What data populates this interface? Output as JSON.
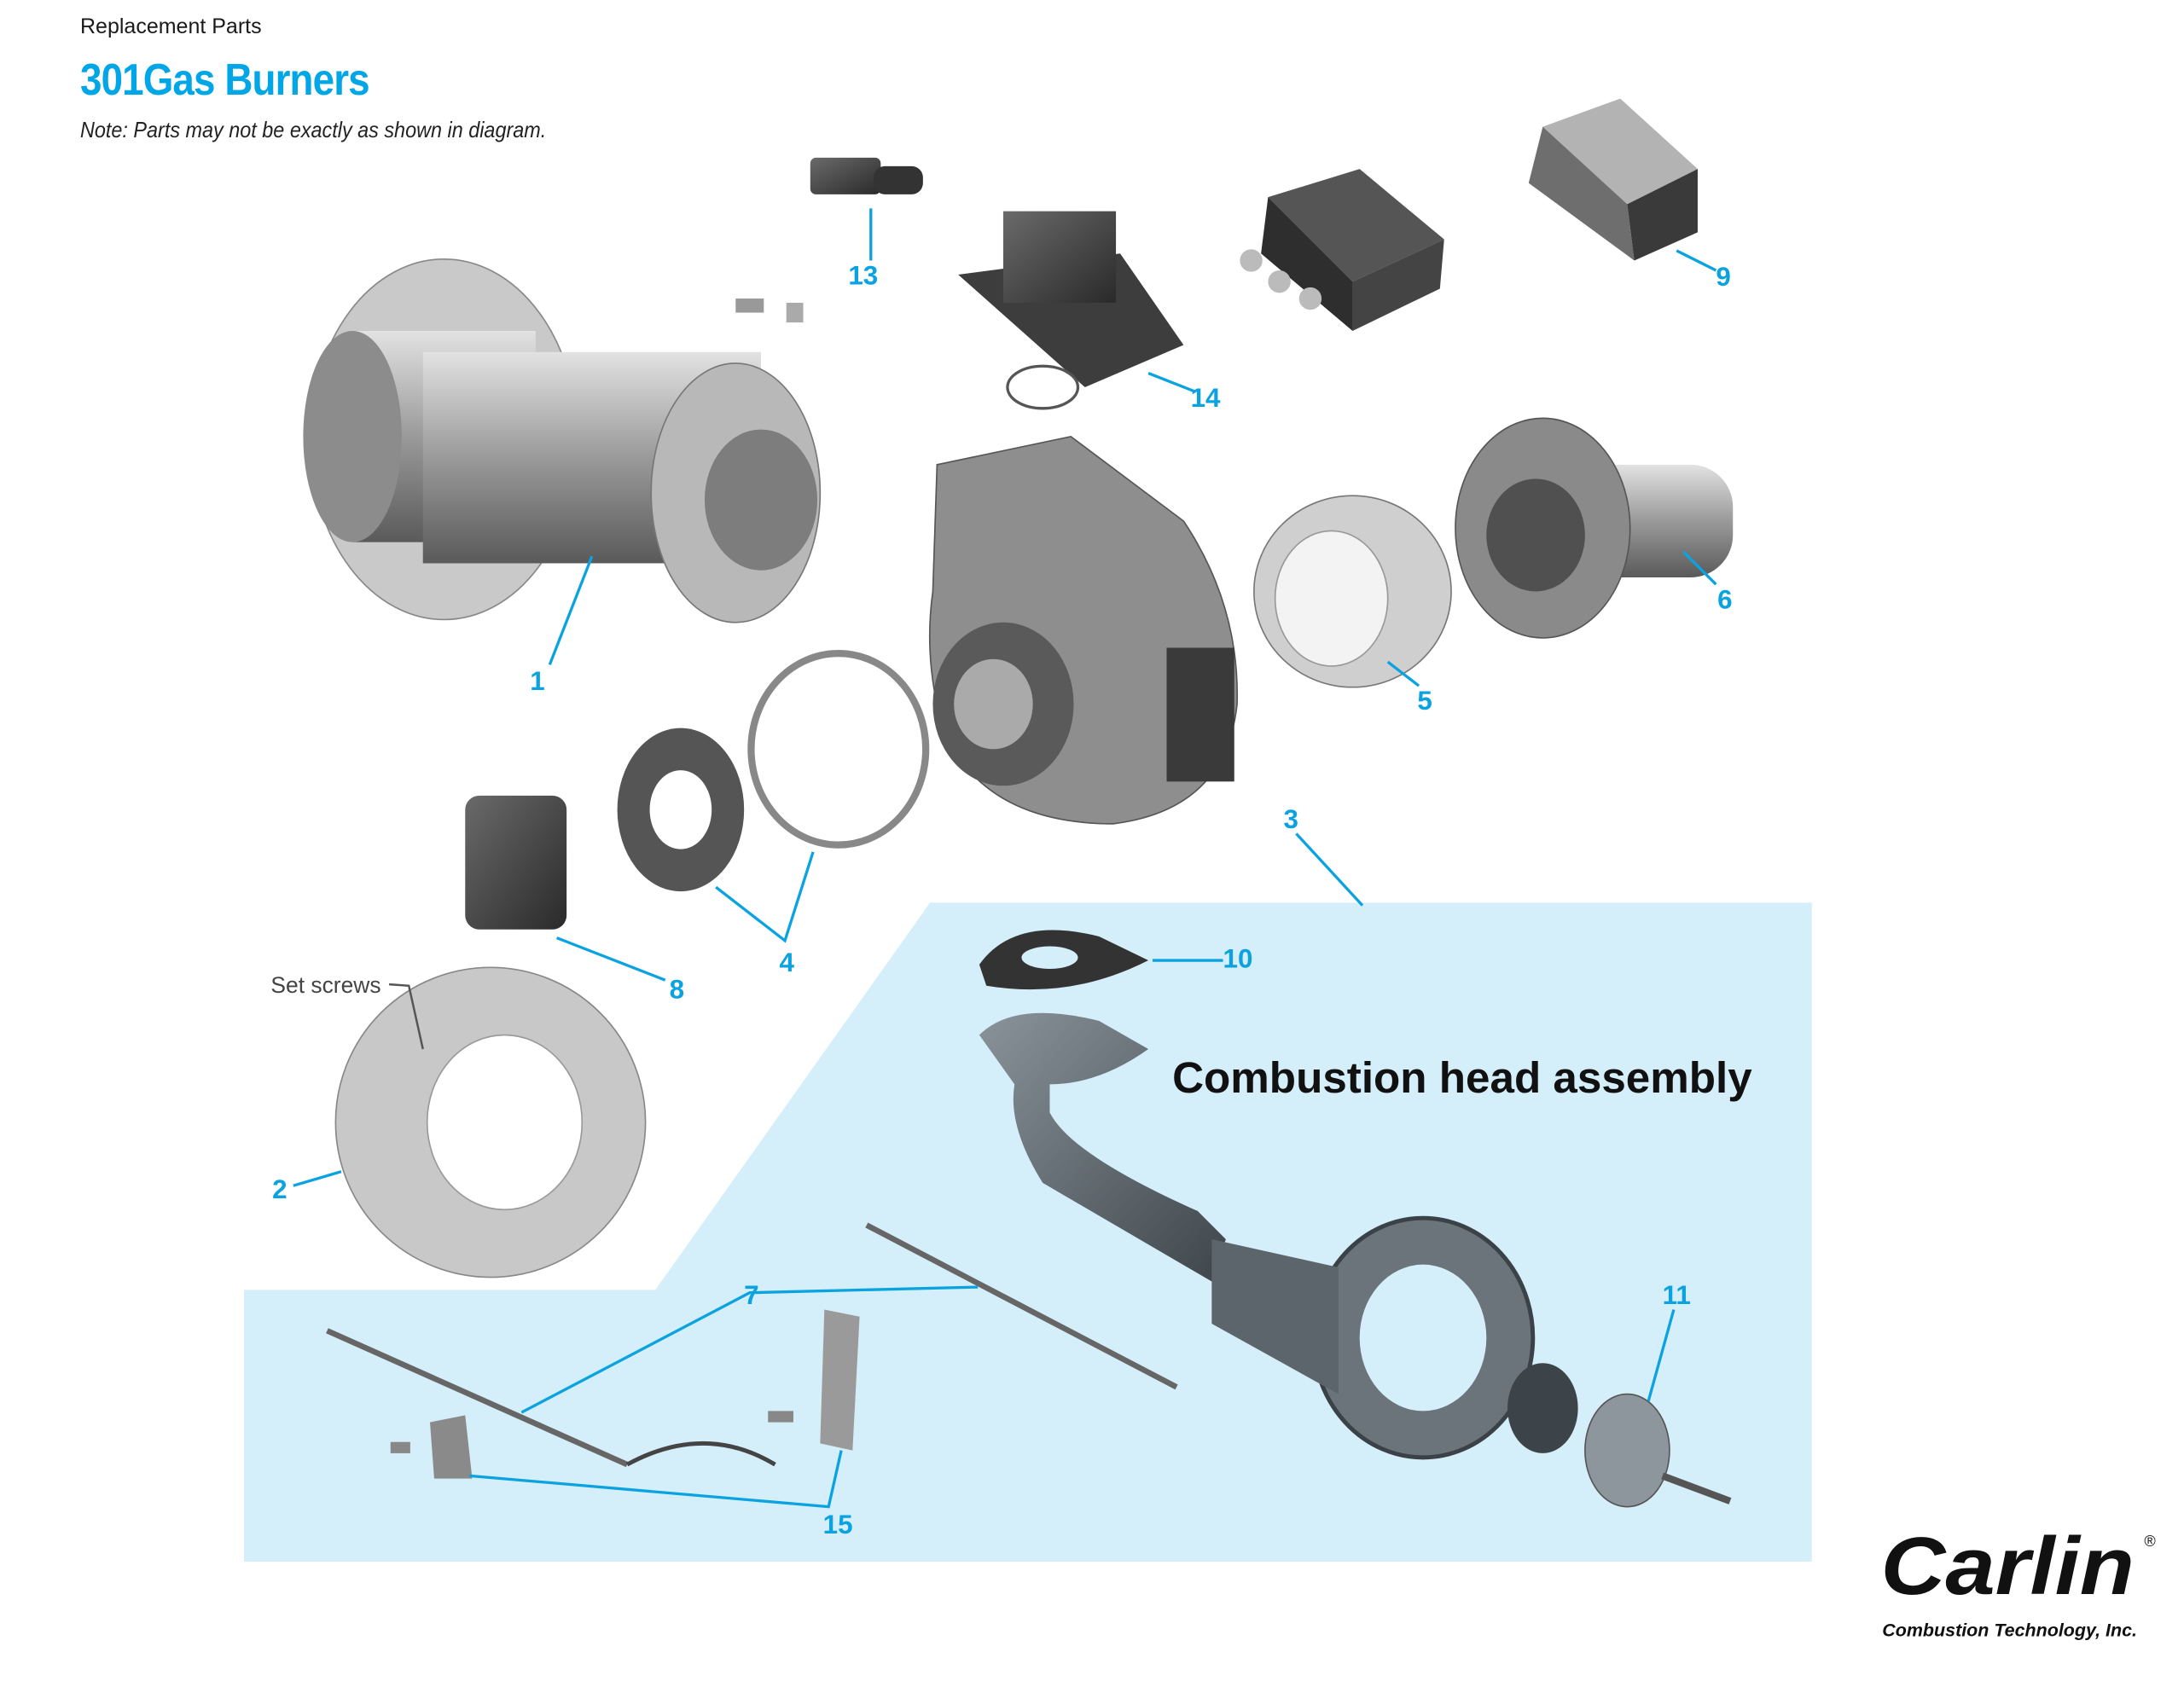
{
  "header": {
    "section": "Replacement Parts",
    "title": "301Gas Burners",
    "note": "Note: Parts may not be exactly as shown in diagram."
  },
  "diagram": {
    "callouts": [
      "1",
      "2",
      "3",
      "4",
      "5",
      "6",
      "7",
      "8",
      "9",
      "10",
      "11",
      "13",
      "14",
      "15"
    ],
    "set_screws_label": "Set screws",
    "assembly_label": "Combustion head assembly",
    "accent_color": "#0aa3e0",
    "panel_color": "#d4eefa"
  },
  "logo": {
    "brand": "Carlin",
    "registered": "®",
    "tagline": "Combustion Technology, Inc."
  }
}
